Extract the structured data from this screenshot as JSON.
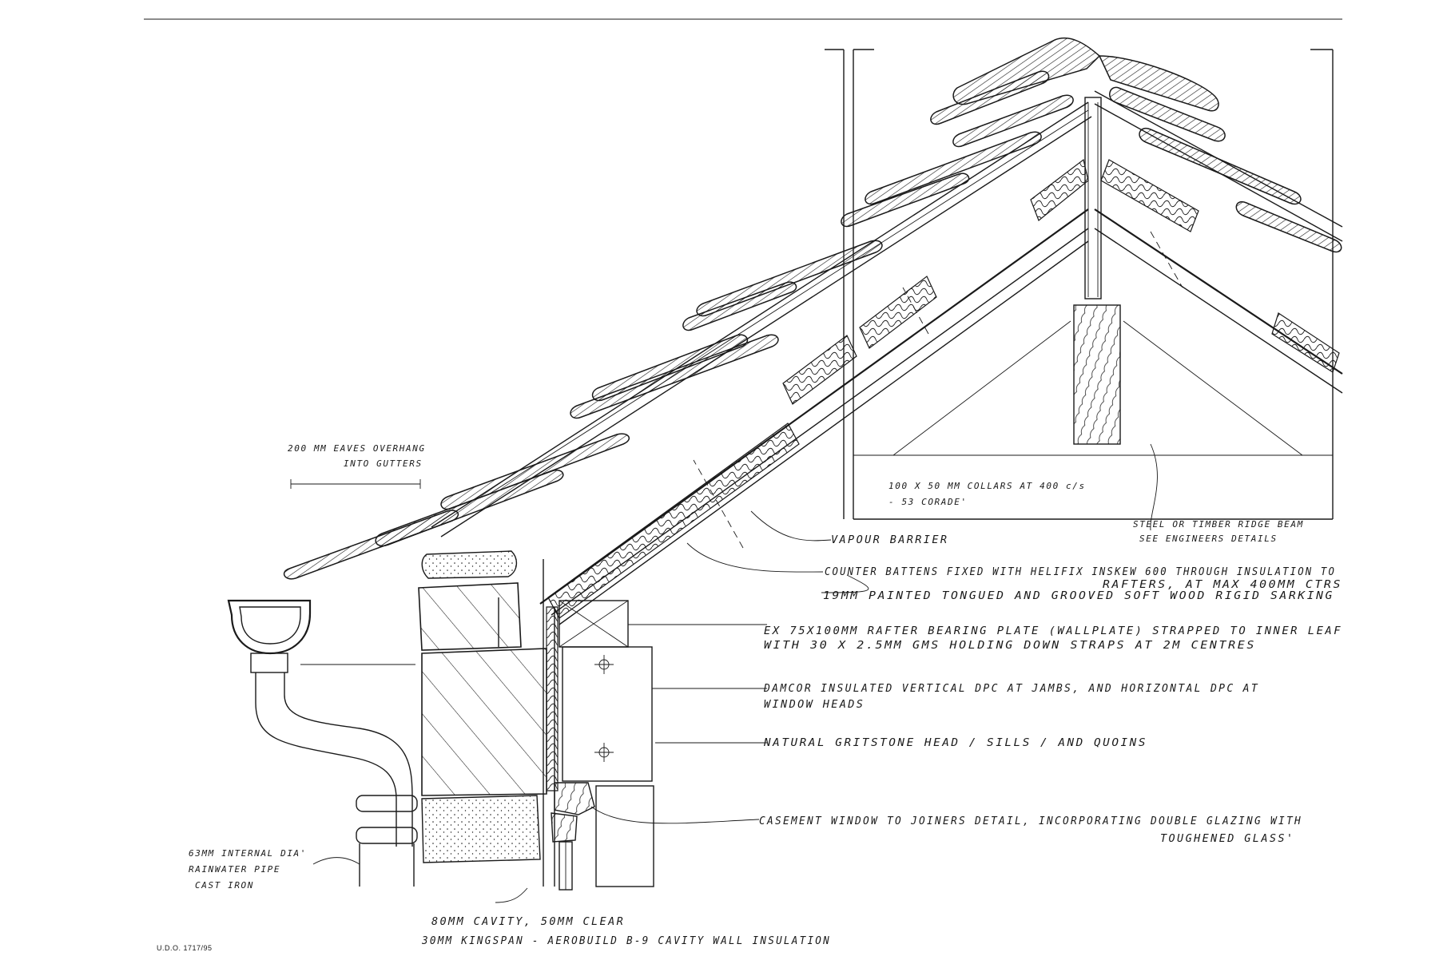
{
  "drawing": {
    "reference": "U.D.O. 1717/95"
  },
  "annotations": {
    "eaves_overhang": [
      "200 MM EAVES OVERHANG",
      "INTO GUTTERS"
    ],
    "collars": [
      "100 X 50 MM COLLARS AT 400 c/s",
      "- 53 CORADE'"
    ],
    "ridge_beam": [
      "STEEL OR TIMBER RIDGE BEAM",
      "SEE ENGINEERS DETAILS"
    ],
    "vapour_barrier": "VAPOUR BARRIER",
    "counter_battens": [
      "COUNTER BATTENS FIXED WITH HELIFIX INSKEW 600 THROUGH INSULATION TO",
      "RAFTERS, AT MAX 400MM CTRS"
    ],
    "sarking": "19MM PAINTED TONGUED AND GROOVED SOFT WOOD RIGID SARKING",
    "wall_plate": [
      "EX 75X100MM RAFTER BEARING PLATE (WALLPLATE) STRAPPED TO INNER LEAF",
      "WITH 30 X 2.5MM GMS HOLDING DOWN STRAPS AT 2M CENTRES"
    ],
    "dpc": [
      "DAMCOR INSULATED VERTICAL DPC AT JAMBS, AND HORIZONTAL DPC AT",
      "WINDOW HEADS"
    ],
    "gritstone": "NATURAL GRITSTONE HEAD / SILLS / AND QUOINS",
    "casement": [
      "CASEMENT WINDOW TO JOINERS DETAIL, INCORPORATING DOUBLE GLAZING WITH",
      "TOUGHENED GLASS'"
    ],
    "rainwater_pipe": [
      "63MM INTERNAL DIA'",
      "RAINWATER PIPE",
      "CAST IRON"
    ],
    "cavity": [
      "80MM CAVITY, 50MM CLEAR",
      "30MM KINGSPAN - AEROBUILD B-9 CAVITY WALL INSULATION"
    ]
  }
}
